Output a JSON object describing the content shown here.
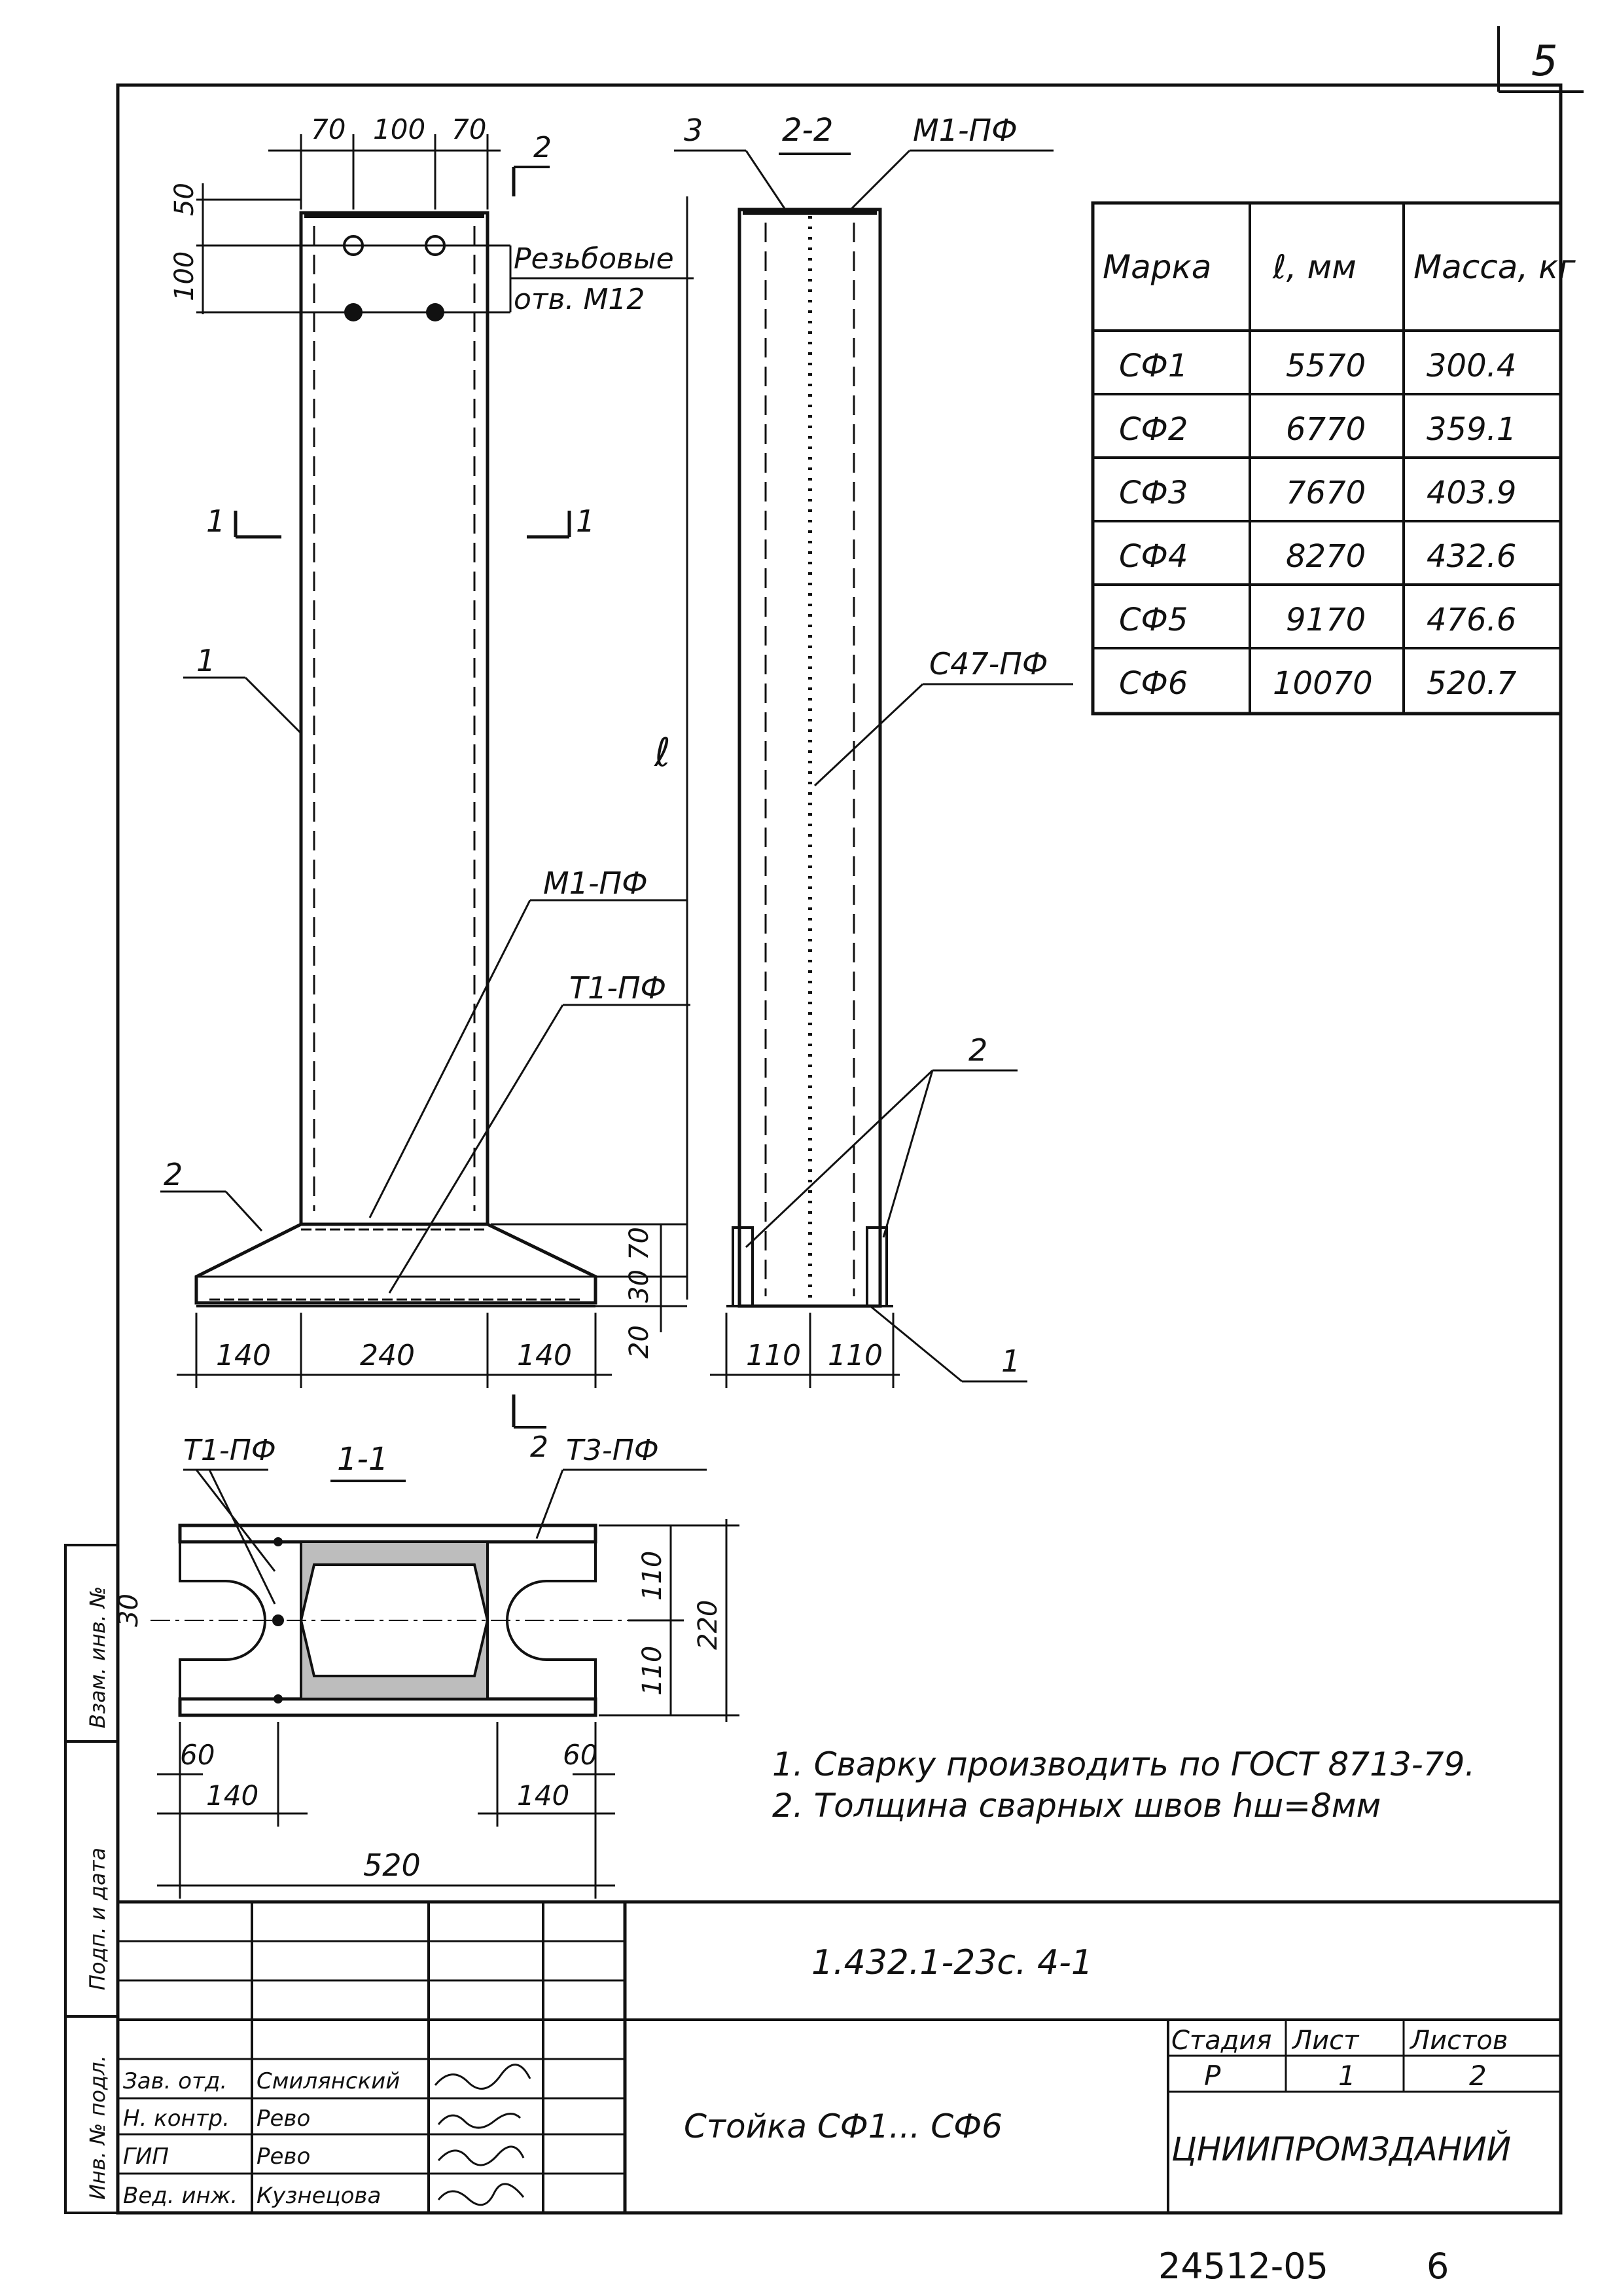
{
  "sheet_page": "5",
  "view_front": {
    "width_dims": [
      "70",
      "100",
      "70"
    ],
    "height_dims": [
      "50",
      "100"
    ],
    "section_mark": "2",
    "hole_note_line1": "Резьбовые",
    "hole_note_line2": "отв. М12",
    "cut_label_left": "1",
    "cut_label_right": "1",
    "callout_1": "1",
    "callout_2": "2",
    "length_label": "ℓ",
    "mark_m1": "М1-ПФ",
    "mark_t1": "Т1-ПФ",
    "base_dims": [
      "140",
      "240",
      "140"
    ],
    "base_height_dims": [
      "70",
      "30",
      "20"
    ],
    "section_mark_bottom": "2"
  },
  "view_side": {
    "section_title": "2-2",
    "callout_3": "3",
    "mark_m1": "М1-ПФ",
    "mark_c47": "С47-ПФ",
    "callout_2": "2",
    "callout_1": "1",
    "base_dims": [
      "110",
      "110"
    ]
  },
  "view_section": {
    "section_title": "1-1",
    "mark_t1": "Т1-ПФ",
    "mark_t3": "Т3-ПФ",
    "slot_dim": "30",
    "height_dims": [
      "110",
      "110"
    ],
    "total_height": "220",
    "flange_dims": [
      "60",
      "60"
    ],
    "side_dims": [
      "140",
      "140"
    ],
    "total_width": "520"
  },
  "mass_table": {
    "headers": [
      "Марка",
      "ℓ, мм",
      "Масса, кг"
    ],
    "rows": [
      [
        "СФ1",
        "5570",
        "300.4"
      ],
      [
        "СФ2",
        "6770",
        "359.1"
      ],
      [
        "СФ3",
        "7670",
        "403.9"
      ],
      [
        "СФ4",
        "8270",
        "432.6"
      ],
      [
        "СФ5",
        "9170",
        "476.6"
      ],
      [
        "СФ6",
        "10070",
        "520.7"
      ]
    ]
  },
  "notes": [
    "1. Сварку производить по ГОСТ 8713-79.",
    "2. Толщина сварных швов hш=8мм"
  ],
  "side_stamp": {
    "cell_1": "Взам. инв. №",
    "cell_2": "Подп. и дата",
    "cell_3": "Инв. № подл."
  },
  "title_block": {
    "doc_code": "1.432.1-23с. 4-1",
    "title": "Стойка СФ1... СФ6",
    "stage_header": "Стадия",
    "sheet_header": "Лист",
    "sheets_header": "Листов",
    "stage": "Р",
    "sheet": "1",
    "sheets": "2",
    "org": "ЦНИИПРОМЗДАНИЙ",
    "staff": [
      {
        "role": "Зав. отд.",
        "name": "Смилянский"
      },
      {
        "role": "Н. контр.",
        "name": "Рево"
      },
      {
        "role": "ГИП",
        "name": "Рево"
      },
      {
        "role": "Вед. инж.",
        "name": "Кузнецова"
      }
    ]
  },
  "footer_code": "24512-05",
  "footer_num": "6"
}
